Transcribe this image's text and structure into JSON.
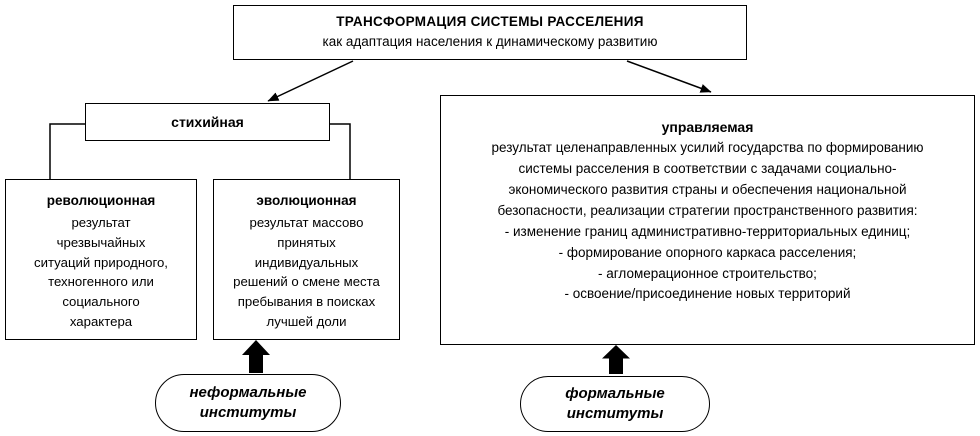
{
  "diagram": {
    "root": {
      "title": "ТРАНСФОРМАЦИЯ СИСТЕМЫ РАССЕЛЕНИЯ",
      "subtitle": "как адаптация населения к динамическому развитию"
    },
    "spontaneous": {
      "label": "стихийная"
    },
    "revolutionary": {
      "title": "революционная",
      "body": "результат чрезвычайных ситуаций природного, техногенного или социального характера"
    },
    "evolutionary": {
      "title": "эволюционная",
      "body": "результат массово принятых индивидуальных решений о смене места пребывания в поисках лучшей доли"
    },
    "managed": {
      "title": "управляемая",
      "body": "результат целенаправленных усилий государства по формированию системы расселения в соответствии с задачами социально-экономического развития страны и обеспечения национальной безопасности, реализации стратегии пространственного развития:",
      "items": [
        "- изменение границ административно-территориальных единиц;",
        "- формирование опорного каркаса расселения;",
        "- агломерационное строительство;",
        "- освоение/присоединение новых территорий"
      ]
    },
    "informal": {
      "label": "неформальные институты"
    },
    "formal": {
      "label": "формальные институты"
    },
    "icons": {
      "block_up_arrow": "filled-up-block-arrow",
      "connector_arrowhead": "filled-triangle-arrowhead"
    },
    "colors": {
      "border": "#000000",
      "background": "#ffffff",
      "text": "#000000",
      "arrow_fill": "#000000"
    }
  }
}
